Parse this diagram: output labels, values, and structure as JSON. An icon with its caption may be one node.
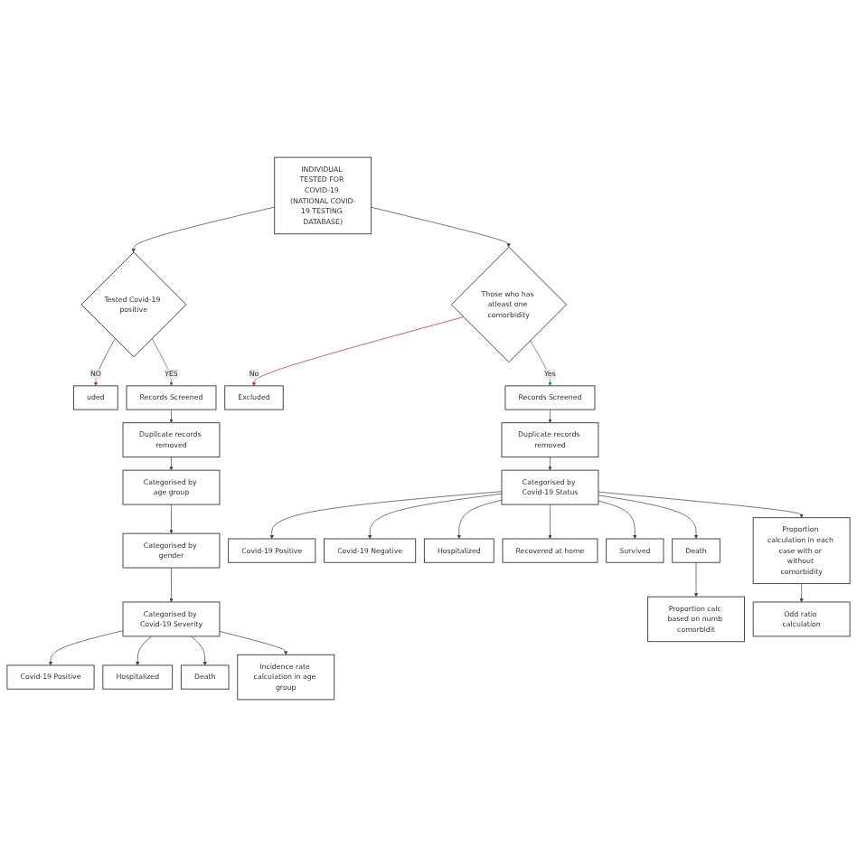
{
  "diagram": {
    "nodes": [
      {
        "text": [
          "INDIVIDUAL TESTED FOR COVID-19 (NATIONAL COVID-19 TESTING DATABASE)"
        ]
      },
      {
        "text": [
          "Tested Covid-19 positive"
        ]
      },
      {
        "text": [
          "uded"
        ]
      },
      {
        "text": [
          "Records Screened"
        ]
      },
      {
        "text": [
          "Duplicate records removed"
        ]
      },
      {
        "text": [
          "Categorised by age group"
        ]
      },
      {
        "text": [
          "Categorised by gender"
        ]
      },
      {
        "text": [
          "Categorised by Covid-19 Severity"
        ]
      },
      {
        "text": [
          "Covid-19 Positive"
        ]
      },
      {
        "text": [
          "Hospitalized"
        ]
      },
      {
        "text": [
          "Death"
        ]
      },
      {
        "text": [
          "Incidence rate calculation in age group"
        ]
      },
      {
        "text": [
          "Those who has atleast one comorbidity"
        ]
      },
      {
        "text": [
          "Excluded"
        ]
      },
      {
        "text": [
          "Records Screened"
        ]
      },
      {
        "text": [
          "Duplicate records removed"
        ]
      },
      {
        "text": [
          "Categorised by Covid-19 Status"
        ]
      },
      {
        "text": [
          "Covid-19 Positive"
        ]
      },
      {
        "text": [
          "Covid-19 Negative"
        ]
      },
      {
        "text": [
          "Hospitalized"
        ]
      },
      {
        "text": [
          "Recovered at home"
        ]
      },
      {
        "text": [
          "Survived"
        ]
      },
      {
        "text": [
          "Death"
        ]
      },
      {
        "text": [
          "Proportion calc based on numb comorbidit"
        ]
      },
      {
        "text": [
          "Proportion calculation in each case with or without comorbidity"
        ]
      },
      {
        "text": [
          "Odd ratio calculation"
        ]
      }
    ],
    "edges": [
      {
        "from": 0,
        "to": 1,
        "arrow": "to"
      },
      {
        "from": 0,
        "to": 12,
        "arrow": "to"
      },
      {
        "from": 1,
        "to": 2,
        "arrow": "to",
        "label": "NO",
        "color": "#cc2222"
      },
      {
        "from": 1,
        "to": 3,
        "arrow": "to",
        "label": "YES",
        "color": "#22882a"
      },
      {
        "from": 3,
        "to": 4,
        "arrow": "to"
      },
      {
        "from": 4,
        "to": 5,
        "arrow": "to"
      },
      {
        "from": 5,
        "to": 6,
        "arrow": "to"
      },
      {
        "from": 6,
        "to": 7,
        "arrow": "to"
      },
      {
        "from": 7,
        "to": 8,
        "arrow": "to"
      },
      {
        "from": 7,
        "to": 9,
        "arrow": "to"
      },
      {
        "from": 7,
        "to": 10,
        "arrow": "to"
      },
      {
        "from": 7,
        "to": 11,
        "arrow": "to"
      },
      {
        "from": 12,
        "to": 13,
        "arrow": "to",
        "label": "No",
        "color": "#cc2222"
      },
      {
        "from": 12,
        "to": 14,
        "arrow": "to",
        "label": "Yes",
        "color": "#22882a"
      },
      {
        "from": 14,
        "to": 15,
        "arrow": "to"
      },
      {
        "from": 15,
        "to": 16,
        "arrow": "to"
      },
      {
        "from": 16,
        "to": 17,
        "arrow": "to"
      },
      {
        "from": 16,
        "to": 18,
        "arrow": "to"
      },
      {
        "from": 16,
        "to": 19,
        "arrow": "to"
      },
      {
        "from": 16,
        "to": 20,
        "arrow": "to"
      },
      {
        "from": 16,
        "to": 21,
        "arrow": "to"
      },
      {
        "from": 16,
        "to": 22,
        "arrow": "to"
      },
      {
        "from": 16,
        "to": 24,
        "arrow": "to"
      },
      {
        "from": 22,
        "to": 23,
        "arrow": "to"
      },
      {
        "from": 24,
        "to": 25,
        "arrow": "to"
      }
    ]
  }
}
